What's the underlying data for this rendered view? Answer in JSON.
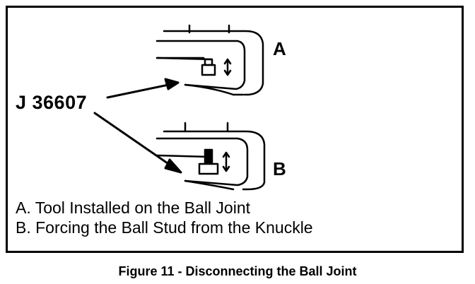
{
  "figure": {
    "label_a": "A",
    "label_b": "B",
    "tool_label": "J 36607",
    "legend": [
      "A.  Tool Installed on the Ball Joint",
      "B.  Forcing the Ball Stud from the Knuckle"
    ],
    "caption": "Figure 11 - Disconnecting  the  Ball  Joint"
  }
}
